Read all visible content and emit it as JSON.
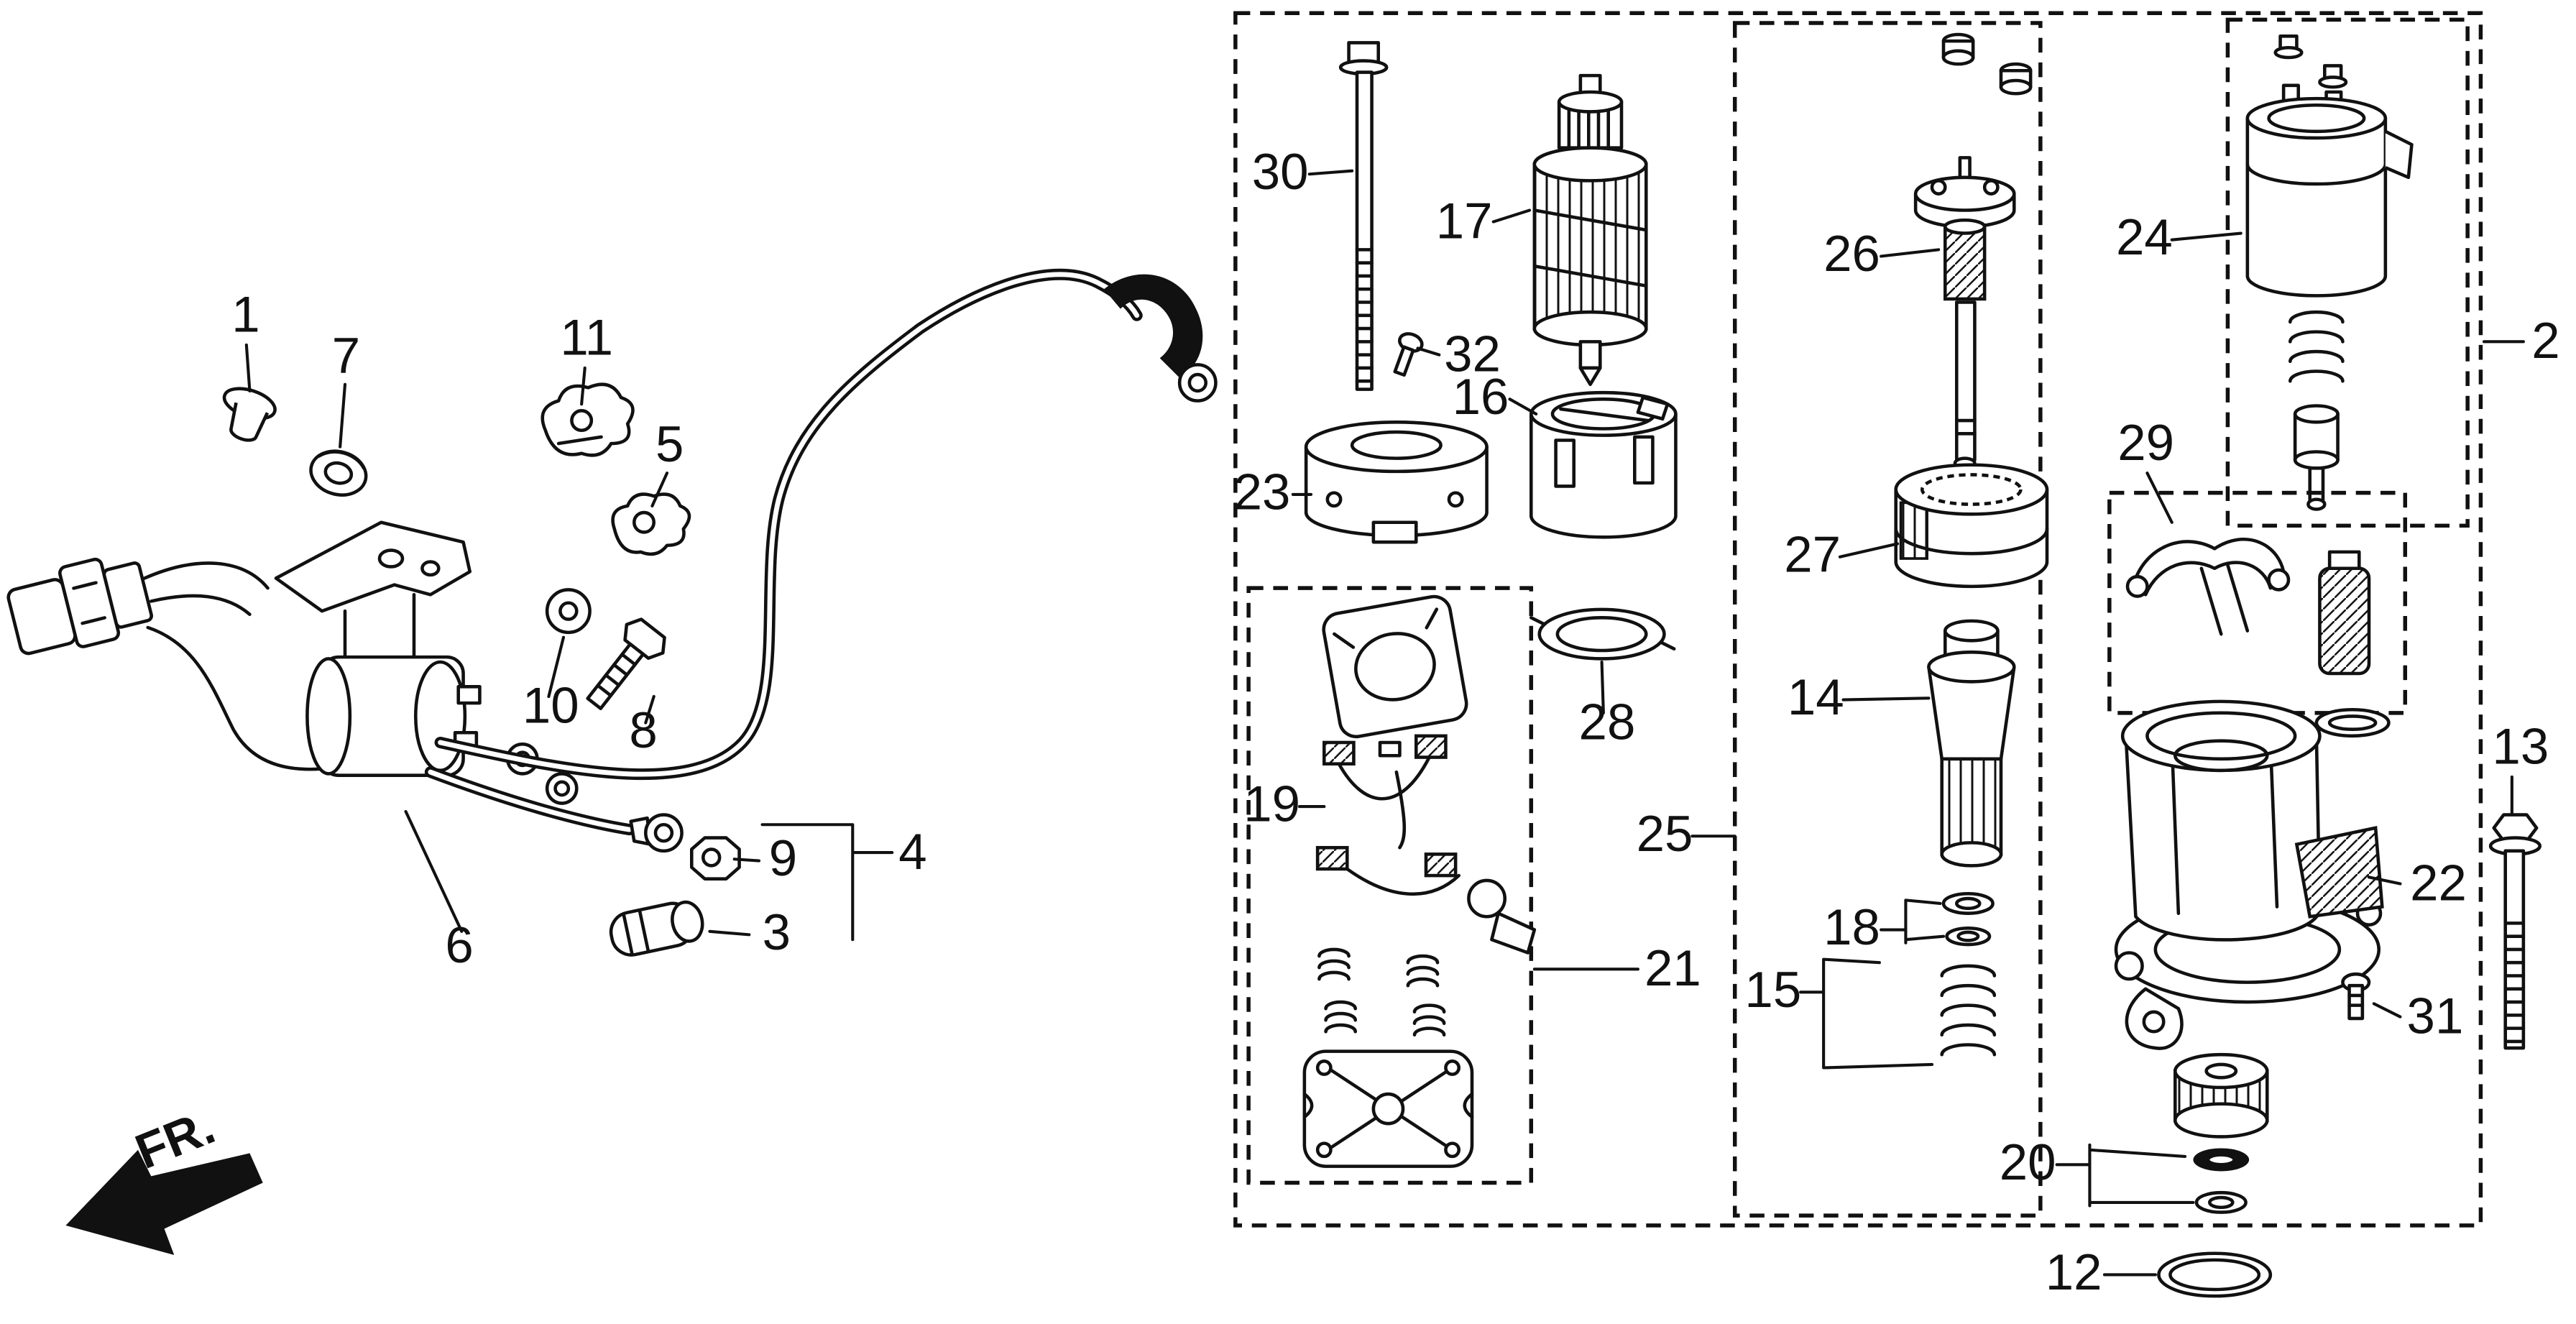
{
  "figure": {
    "fr_label": "FR."
  },
  "callouts": {
    "n1": "1",
    "n2": "2",
    "n3": "3",
    "n4": "4",
    "n5": "5",
    "n6": "6",
    "n7": "7",
    "n8": "8",
    "n9": "9",
    "n10": "10",
    "n11": "11",
    "n12": "12",
    "n13": "13",
    "n14": "14",
    "n15": "15",
    "n16": "16",
    "n17": "17",
    "n18": "18",
    "n19": "19",
    "n20": "20",
    "n21": "21",
    "n22": "22",
    "n23": "23",
    "n24": "24",
    "n25": "25",
    "n26": "26",
    "n27": "27",
    "n28": "28",
    "n29": "29",
    "n30": "30",
    "n31": "31",
    "n32": "32"
  },
  "colors": {
    "line": "#111111",
    "background": "#ffffff"
  }
}
